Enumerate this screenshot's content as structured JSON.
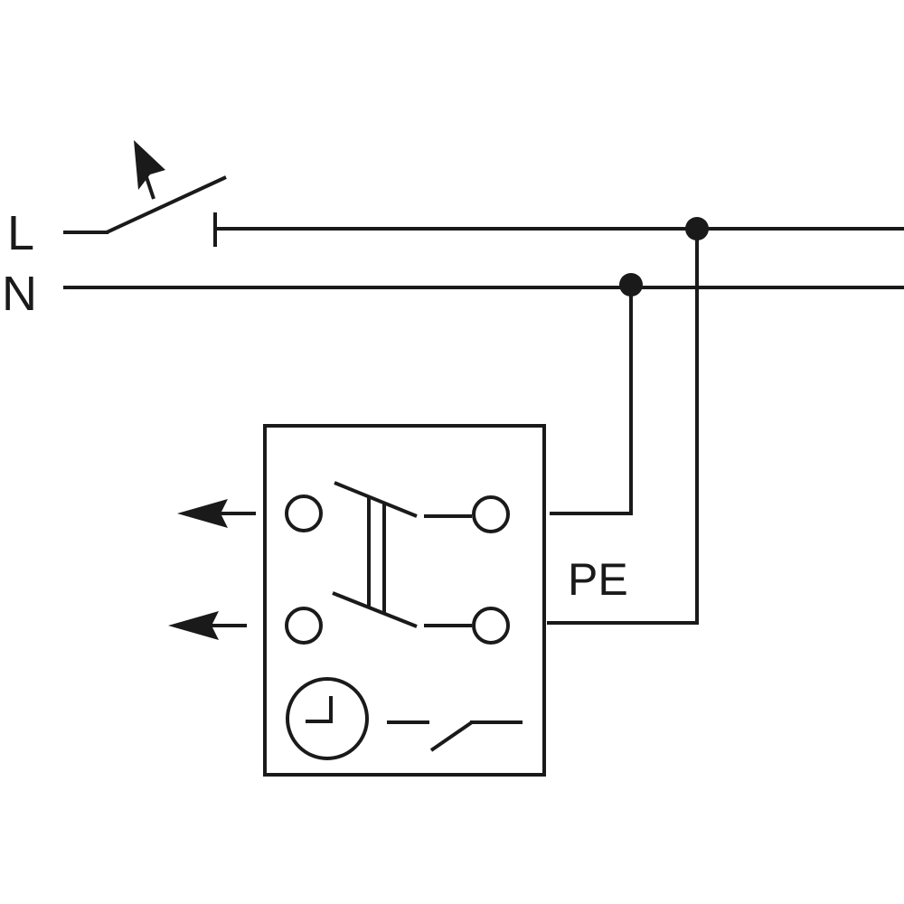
{
  "labels": {
    "line": "L",
    "neutral": "N",
    "protective_earth": "PE"
  },
  "colors": {
    "stroke": "#1a1a1a",
    "background": "#ffffff"
  },
  "symbols": [
    "main-switch-icon",
    "double-pole-switch-icon",
    "timer-clock-icon",
    "timer-contact-icon",
    "output-arrow-icon",
    "junction-dot-icon"
  ]
}
